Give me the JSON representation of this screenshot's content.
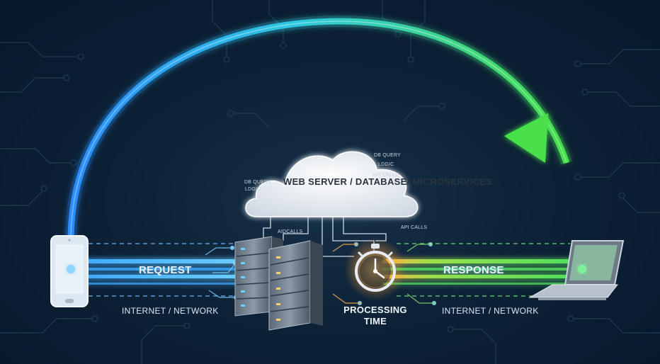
{
  "labels": {
    "cloud": "WEB SERVER / DATABASE/ MICROSERVICES",
    "request": "REQUEST",
    "response": "RESPONSE",
    "network_left": "INTERNET / NETWORK",
    "network_right": "INTERNET / NETWORK",
    "processing": "PROCESSING TIME",
    "db_left_1": "DB QUERY",
    "db_left_2": "LDGIC",
    "db_right_1": "DB QUERY",
    "db_right_2": "LDGIC",
    "db_right_3": "API CALLS",
    "api_left": "AIDCALLS",
    "api_right": "API CALLS"
  },
  "icons": {
    "client": "smartphone-icon",
    "server": "server-rack-icon",
    "cloud": "cloud-icon",
    "timer": "stopwatch-icon",
    "destination": "laptop-icon"
  },
  "colors": {
    "background": "#0b1e30",
    "request_blue": "#2aa8ff",
    "response_green": "#3ee05a",
    "processing_orange": "#ff9a2a"
  }
}
